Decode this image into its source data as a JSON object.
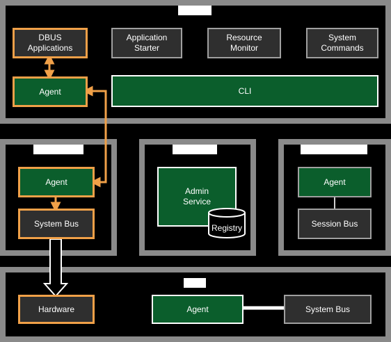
{
  "top_region": {
    "nodes": {
      "dbus": "DBUS\nApplications",
      "app_starter": "Application\nStarter",
      "resource_monitor": "Resource\nMonitor",
      "system_commands": "System\nCommands",
      "agent": "Agent",
      "cli": "CLI"
    }
  },
  "left_region": {
    "nodes": {
      "agent": "Agent",
      "system_bus": "System Bus"
    }
  },
  "middle_region": {
    "nodes": {
      "admin_service": "Admin\nService",
      "registry": "Registry"
    }
  },
  "right_region": {
    "nodes": {
      "agent": "Agent",
      "session_bus": "Session Bus"
    }
  },
  "bottom_region": {
    "nodes": {
      "hardware": "Hardware",
      "agent": "Agent",
      "system_bus": "System Bus"
    }
  },
  "colors": {
    "region_border": "#8a8a8a",
    "node_dark": "#2f2f2f",
    "node_green": "#0b5e2c",
    "accent_orange": "#f0a048",
    "label_tab": "#ffffff"
  }
}
